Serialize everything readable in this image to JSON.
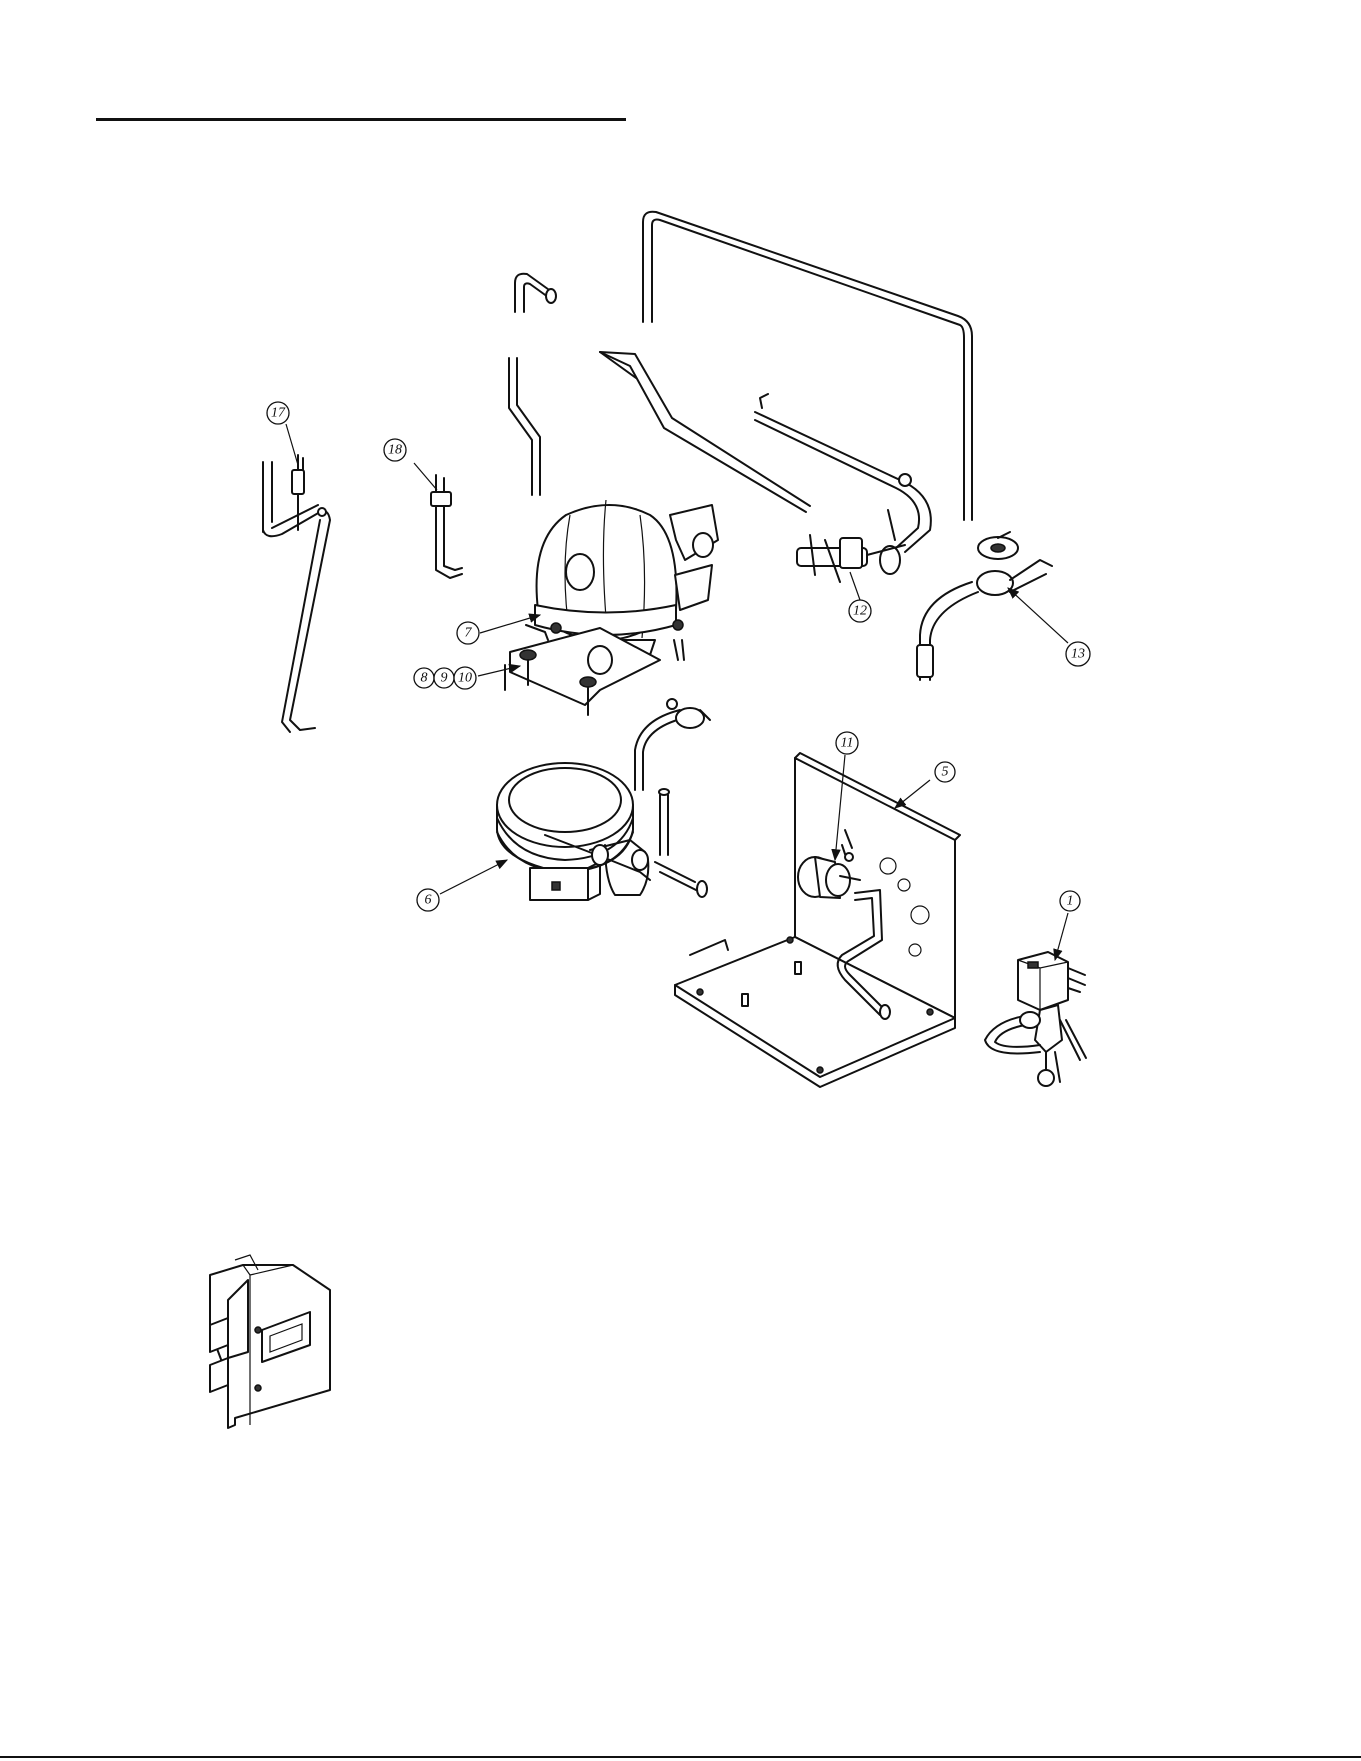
{
  "callouts": [
    {
      "id": "c17",
      "label": "17"
    },
    {
      "id": "c18",
      "label": "18"
    },
    {
      "id": "c7",
      "label": "7"
    },
    {
      "id": "c8",
      "label": "8"
    },
    {
      "id": "c9",
      "label": "9"
    },
    {
      "id": "c10",
      "label": "10"
    },
    {
      "id": "c12",
      "label": "12"
    },
    {
      "id": "c13",
      "label": "13"
    },
    {
      "id": "c11",
      "label": "11"
    },
    {
      "id": "c5",
      "label": "5"
    },
    {
      "id": "c6",
      "label": "6"
    },
    {
      "id": "c1",
      "label": "1"
    }
  ]
}
